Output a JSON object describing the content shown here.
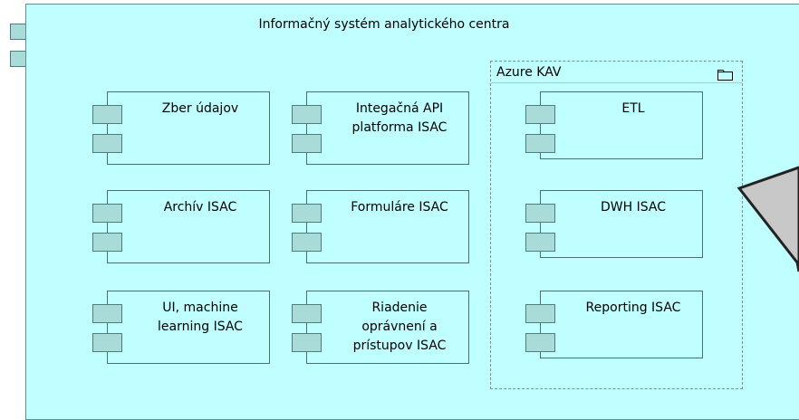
{
  "system": {
    "title": "Informačný systém analytického centra"
  },
  "components": [
    {
      "label": "Zber údajov"
    },
    {
      "label": "Integačná API\nplatforma  ISAC"
    },
    {
      "label": "Archív ISAC"
    },
    {
      "label": "Formuláre ISAC"
    },
    {
      "label": "UI, machine\nlearning  ISAC"
    },
    {
      "label": "Riadenie\noprávnení a\nprístupov  ISAC"
    }
  ],
  "group": {
    "title": "Azure KAV",
    "icon": "folder-icon",
    "components": [
      {
        "label": "ETL"
      },
      {
        "label": "DWH ISAC"
      },
      {
        "label": "Reporting ISAC"
      }
    ]
  },
  "colors": {
    "component_fill": "#c0ffff",
    "tab_fill": "#a9dcd9",
    "border": "#4a6f6f",
    "group_border": "#8a8a8a",
    "note_fill": "#c8c8c8"
  }
}
